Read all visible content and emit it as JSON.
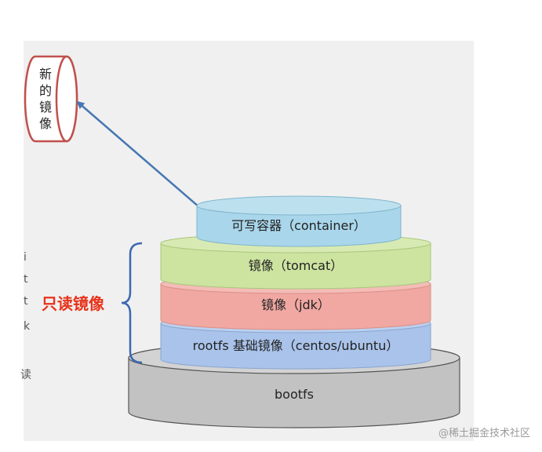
{
  "new_image": {
    "chars": [
      "新",
      "的",
      "镜",
      "像"
    ]
  },
  "readonly_label": "只读镜像",
  "layers": {
    "container": "可写容器（container）",
    "tomcat": "镜像（tomcat）",
    "jdk": "镜像（jdk）",
    "rootfs": "rootfs 基础镜像（centos/ubuntu）",
    "bootfs": "bootfs"
  },
  "left_edge_chars": [
    "i",
    "t",
    "t",
    "k",
    "读"
  ],
  "watermark": "@稀土掘金技术社区",
  "colors": {
    "panel_bg": "#f0f0f0",
    "container_fill": "#a9d6ea",
    "tomcat_fill": "#cde3a0",
    "jdk_fill": "#f1a8a2",
    "rootfs_fill": "#a9c3ea",
    "bootfs_fill": "#c2c2c2",
    "arrow": "#4677b2",
    "brace": "#3c68b0",
    "readonly_text": "#e8321a",
    "cylinder_outline": "#c0504d"
  }
}
